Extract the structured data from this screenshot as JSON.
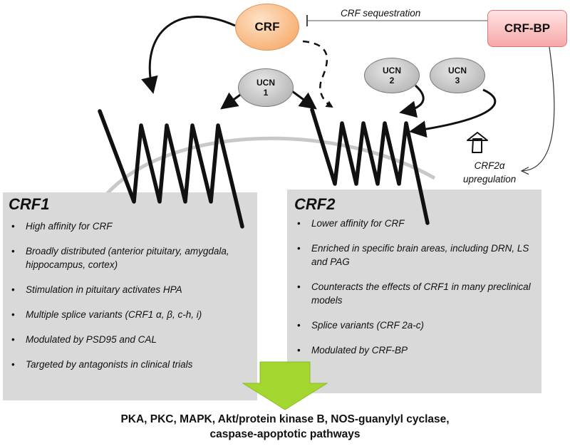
{
  "nodes": {
    "crf": "CRF",
    "crf_bp": "CRF-BP",
    "ucn1": {
      "name": "UCN",
      "num": "1"
    },
    "ucn2": {
      "name": "UCN",
      "num": "2"
    },
    "ucn3": {
      "name": "UCN",
      "num": "3"
    }
  },
  "labels": {
    "sequestration": "CRF sequestration",
    "upregulation_line1": "CRF2α",
    "upregulation_line2": "upregulation"
  },
  "crf1": {
    "title": "CRF1",
    "items": [
      "High affinity for CRF",
      "Broadly distributed (anterior pituitary, amygdala, hippocampus, cortex)",
      "Stimulation in pituitary activates HPA",
      "Multiple splice variants (CRF1 α, β, c-h, i)",
      "Modulated by PSD95 and CAL",
      "Targeted by antagonists in clinical trials"
    ]
  },
  "crf2": {
    "title": "CRF2",
    "items": [
      "Lower affinity for CRF",
      "Enriched in specific brain areas, including DRN, LS and PAG",
      "Counteracts the effects of CRF1 in many preclinical models",
      "Splice variants (CRF 2a-c)",
      "Modulated by CRF-BP"
    ]
  },
  "pathways": {
    "line1": "PKA, PKC, MAPK, Akt/protein kinase B, NOS-guanylyl cyclase,",
    "line2": "caspase-apoptotic pathways"
  },
  "colors": {
    "panel": "#d9d9d9",
    "crf_fill": "#f8b47a",
    "crfbp_fill": "#f6a8a8",
    "ucn_fill": "#bdbdbd",
    "arrow_green": "#9bd12a"
  }
}
